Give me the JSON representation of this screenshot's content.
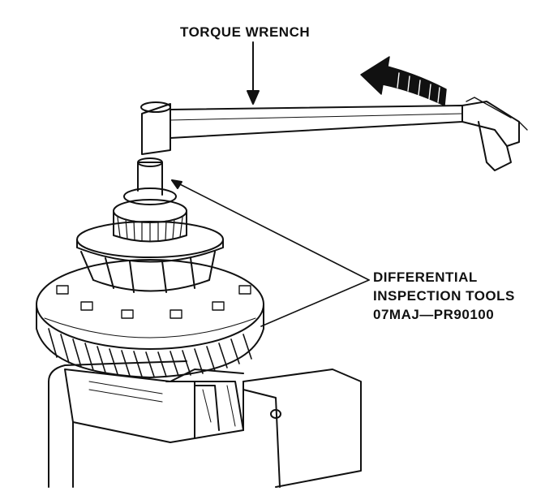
{
  "labels": {
    "torque_wrench": "TORQUE WRENCH",
    "diff_line1": "DIFFERENTIAL",
    "diff_line2": "INSPECTION TOOLS",
    "diff_line3": "07MAJ—PR90100"
  },
  "colors": {
    "ink": "#111111",
    "paper": "#ffffff"
  }
}
